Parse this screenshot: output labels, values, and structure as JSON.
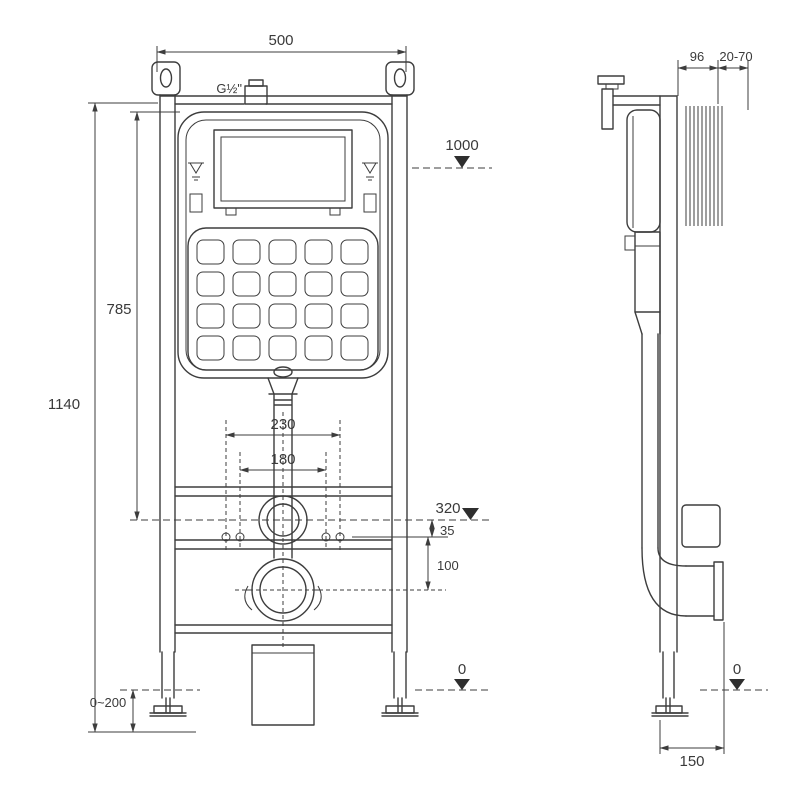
{
  "drawing": {
    "title": "concealed-cistern-installation-frame",
    "front": {
      "dim_width": "500",
      "thread": "G½\"",
      "level_top": "1000",
      "dim_cistern_height": "785",
      "dim_total_height": "1140",
      "dim_bracket_outer": "230",
      "dim_bracket_inner": "180",
      "level_outlet": "320",
      "dim_offset_35": "35",
      "dim_offset_100": "100",
      "level_floor": "0",
      "dim_leg_adjust": "0~200"
    },
    "side": {
      "dim_depth": "96",
      "dim_wall_adjust": "20-70",
      "dim_base_depth": "150",
      "level_floor": "0"
    },
    "colors": {
      "line": "#3d3d3d",
      "background": "#ffffff"
    }
  }
}
